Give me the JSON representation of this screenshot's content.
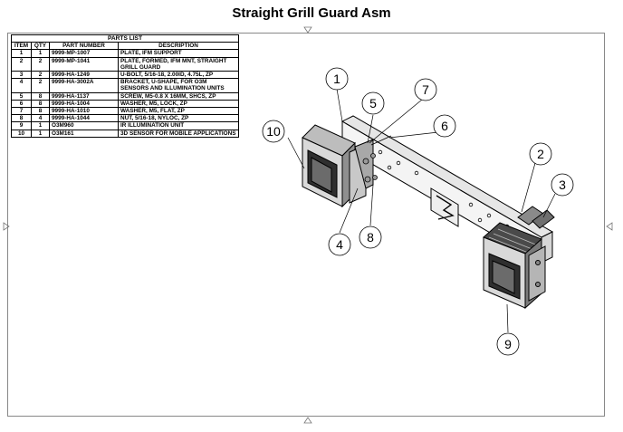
{
  "title": "Straight Grill Guard Asm",
  "parts_list": {
    "caption": "PARTS LIST",
    "headers": [
      "ITEM",
      "QTY",
      "PART NUMBER",
      "DESCRIPTION"
    ],
    "rows": [
      {
        "item": "1",
        "qty": "1",
        "part": "9999-MP-1007",
        "desc": "PLATE, IFM SUPPORT"
      },
      {
        "item": "2",
        "qty": "2",
        "part": "9999-MP-1041",
        "desc": "PLATE, FORMED, IFM MNT, STRAIGHT GRILL GUARD"
      },
      {
        "item": "3",
        "qty": "2",
        "part": "9999-HA-1249",
        "desc": "U-BOLT, 5/16-18, 2.00ID, 4.75L, ZP"
      },
      {
        "item": "4",
        "qty": "2",
        "part": "9999-HA-3002A",
        "desc": "BRACKET, U-SHAPE, FOR O3M SENSORS AND ILLUMINATION UNITS"
      },
      {
        "item": "5",
        "qty": "8",
        "part": "9999-HA-1137",
        "desc": "SCREW, M5-0.8 X 16MM, SHCS, ZP"
      },
      {
        "item": "6",
        "qty": "8",
        "part": "9999-HA-1004",
        "desc": "WASHER, M5, LOCK, ZP"
      },
      {
        "item": "7",
        "qty": "8",
        "part": "9999-HA-1010",
        "desc": "WASHER, M5, FLAT, ZP"
      },
      {
        "item": "8",
        "qty": "4",
        "part": "9999-HA-1044",
        "desc": "NUT, 5/16-18, NYLOC, ZP"
      },
      {
        "item": "9",
        "qty": "1",
        "part": "O3M960",
        "desc": "IR ILLUMINATION UNIT"
      },
      {
        "item": "10",
        "qty": "1",
        "part": "O3M161",
        "desc": "3D SENSOR FOR MOBILE APPLICATIONS"
      }
    ]
  },
  "balloons": [
    "1",
    "2",
    "3",
    "4",
    "5",
    "6",
    "7",
    "8",
    "9",
    "10"
  ]
}
